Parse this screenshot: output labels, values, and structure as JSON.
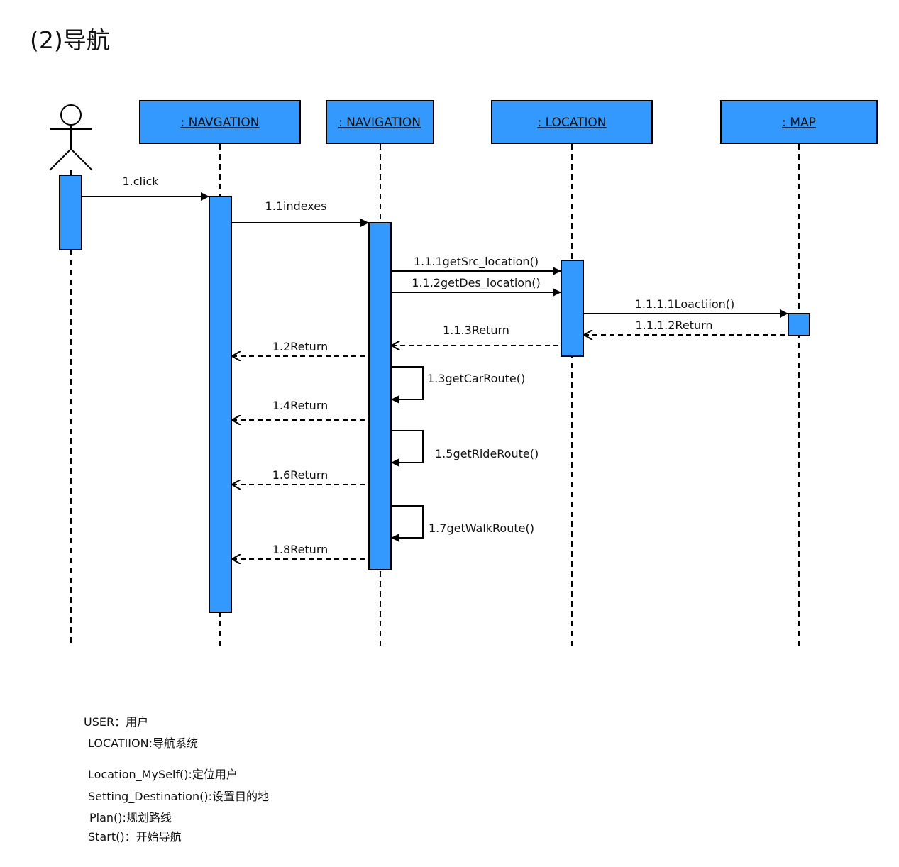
{
  "title": "(2)导航",
  "participants": [
    {
      "id": "user",
      "type": "actor",
      "label": ""
    },
    {
      "id": "nav1",
      "type": "object",
      "label": ": NAVGATION"
    },
    {
      "id": "nav2",
      "type": "object",
      "label": ": NAVIGATION"
    },
    {
      "id": "loc",
      "type": "object",
      "label": ": LOCATION"
    },
    {
      "id": "map",
      "type": "object",
      "label": ": MAP"
    }
  ],
  "messages": [
    {
      "label": "1.click",
      "from": "user",
      "to": "nav1",
      "kind": "sync"
    },
    {
      "label": "1.1indexes",
      "from": "nav1",
      "to": "nav2",
      "kind": "sync"
    },
    {
      "label": "1.1.1getSrc_location()",
      "from": "nav2",
      "to": "loc",
      "kind": "sync"
    },
    {
      "label": "1.1.2getDes_location()",
      "from": "nav2",
      "to": "loc",
      "kind": "sync"
    },
    {
      "label": "1.1.1.1Loactiion()",
      "from": "loc",
      "to": "map",
      "kind": "sync"
    },
    {
      "label": "1.1.1.2Return",
      "from": "map",
      "to": "loc",
      "kind": "return"
    },
    {
      "label": "1.1.3Return",
      "from": "loc",
      "to": "nav2",
      "kind": "return"
    },
    {
      "label": "1.2Return",
      "from": "nav2",
      "to": "nav1",
      "kind": "return"
    },
    {
      "label": "1.3getCarRoute()",
      "from": "nav2",
      "to": "nav2",
      "kind": "self"
    },
    {
      "label": "1.4Return",
      "from": "nav2",
      "to": "nav1",
      "kind": "return"
    },
    {
      "label": "1.5getRideRoute()",
      "from": "nav2",
      "to": "nav2",
      "kind": "self"
    },
    {
      "label": "1.6Return",
      "from": "nav2",
      "to": "nav1",
      "kind": "return"
    },
    {
      "label": "1.7getWalkRoute()",
      "from": "nav2",
      "to": "nav2",
      "kind": "self"
    },
    {
      "label": "1.8Return",
      "from": "nav2",
      "to": "nav1",
      "kind": "return"
    }
  ],
  "colors": {
    "box_fill": "#3399ff",
    "stroke": "#000000"
  },
  "notes": [
    "USER：用户",
    "LOCATIION:导航系统",
    "Location_MySelf():定位用户",
    "Setting_Destination():设置目的地",
    "Plan():规划路线",
    "Start()：开始导航"
  ]
}
